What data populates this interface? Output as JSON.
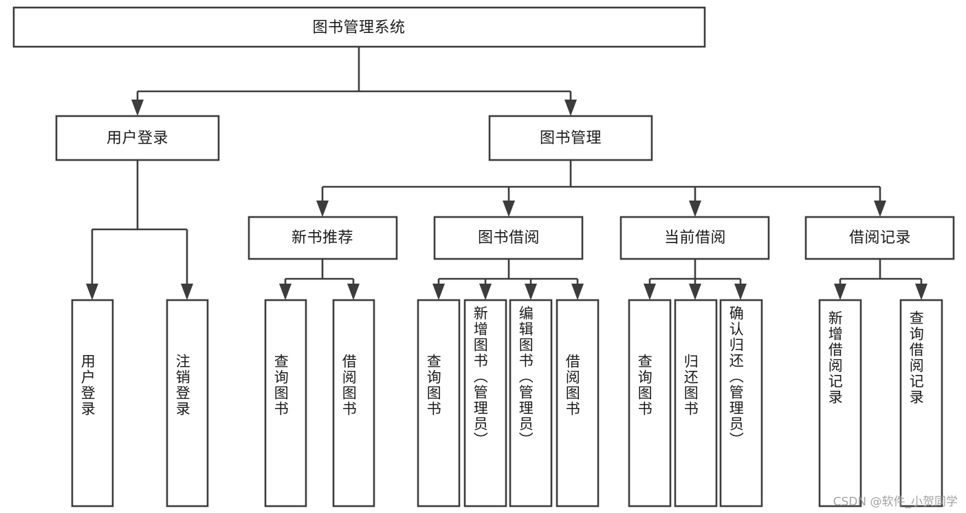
{
  "diagram": {
    "type": "tree",
    "title": "图书管理系统",
    "root": {
      "label": "图书管理系统"
    },
    "level2": [
      {
        "label": "用户登录"
      },
      {
        "label": "图书管理"
      }
    ],
    "level3": [
      {
        "label": "新书推荐"
      },
      {
        "label": "图书借阅"
      },
      {
        "label": "当前借阅"
      },
      {
        "label": "借阅记录"
      }
    ],
    "leaves": {
      "user_login": [
        {
          "label": "用户登录"
        },
        {
          "label": "注销登录"
        }
      ],
      "new_book_recommend": [
        {
          "label": "查询图书"
        },
        {
          "label": "借阅图书"
        }
      ],
      "book_borrow": [
        {
          "label": "查询图书"
        },
        {
          "label": "新增图书（管理员）"
        },
        {
          "label": "编辑图书（管理员）"
        },
        {
          "label": "借阅图书"
        }
      ],
      "current_borrow": [
        {
          "label": "查询图书"
        },
        {
          "label": "归还图书"
        },
        {
          "label": "确认归还（管理员）"
        }
      ],
      "borrow_record": [
        {
          "label": "新增借阅记录"
        },
        {
          "label": "查询借阅记录"
        }
      ]
    }
  },
  "watermark": {
    "text": "CSDN @软件_小贺同学"
  },
  "colors": {
    "stroke": "#3c3c3c",
    "box_fill": "#ffffff",
    "text": "#1a1a1a",
    "watermark": "#9a9a9a",
    "background": "#ffffff"
  }
}
